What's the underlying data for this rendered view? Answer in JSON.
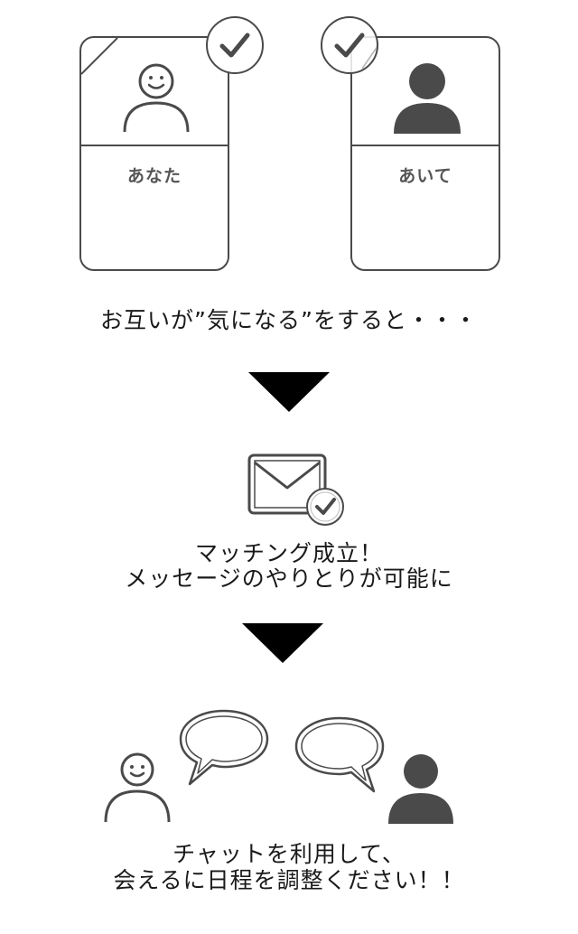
{
  "cards": {
    "you_label": "あなた",
    "partner_label": "あいて"
  },
  "step1": {
    "caption": "お互いが”気になる”をすると・・・"
  },
  "step2": {
    "line1": "マッチング成立！",
    "line2": "メッセージのやりとりが可能に"
  },
  "step3": {
    "line1": "チャットを利用して、",
    "line2": "会えるに日程を調整ください！！"
  },
  "colors": {
    "stroke": "#4a4a4a",
    "fill": "#4a4a4a",
    "arrow": "#000000"
  },
  "icons": [
    "smile-person-icon",
    "person-silhouette-icon",
    "checkmark-icon",
    "envelope-icon",
    "speech-bubble-icon",
    "down-arrow-icon"
  ]
}
